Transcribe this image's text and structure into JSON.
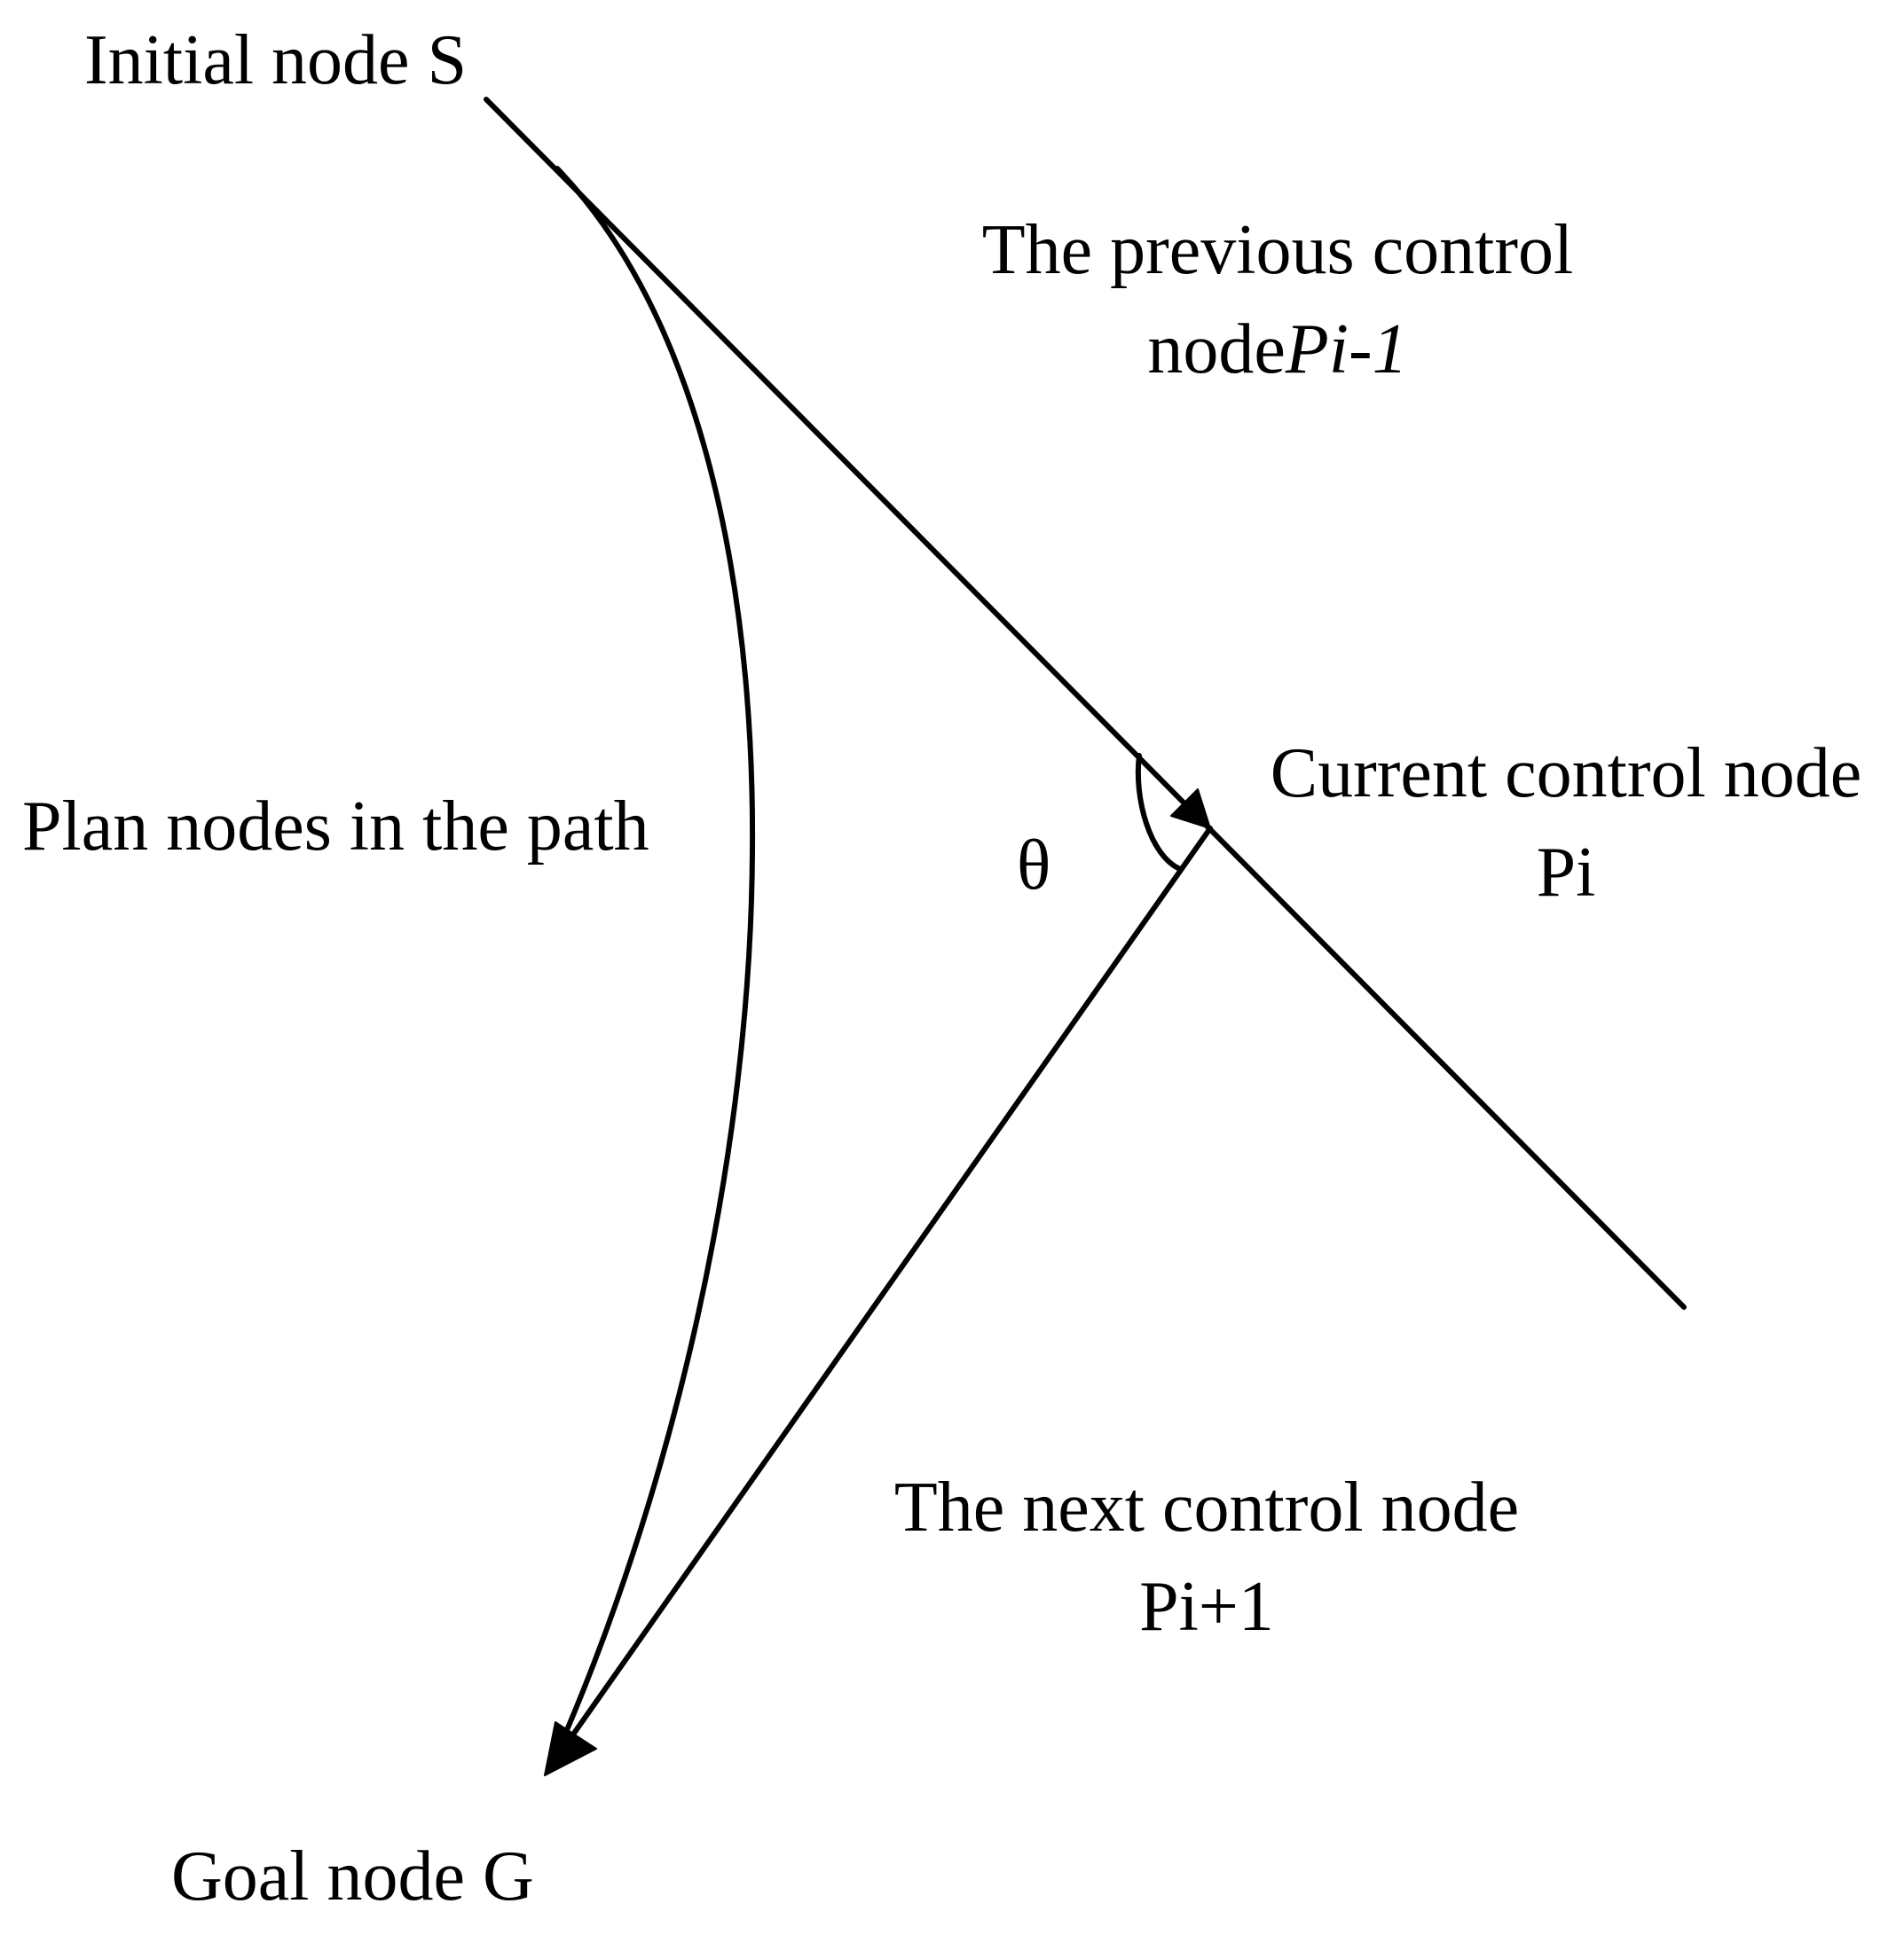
{
  "nodes": {
    "initial": {
      "label": "Initial node S"
    },
    "previous": {
      "line1": "The previous control",
      "line2_prefix": "node",
      "line2_italic": "Pi-1"
    },
    "current": {
      "line1": "Current control node",
      "line2": "Pi"
    },
    "next": {
      "line1": "The next control node",
      "line2": "Pi+1"
    },
    "goal": {
      "label": "Goal node G"
    }
  },
  "path": {
    "label": "Plan nodes in the path"
  },
  "angle": {
    "symbol": "θ"
  },
  "colors": {
    "stroke": "#000000",
    "background": "#ffffff"
  }
}
